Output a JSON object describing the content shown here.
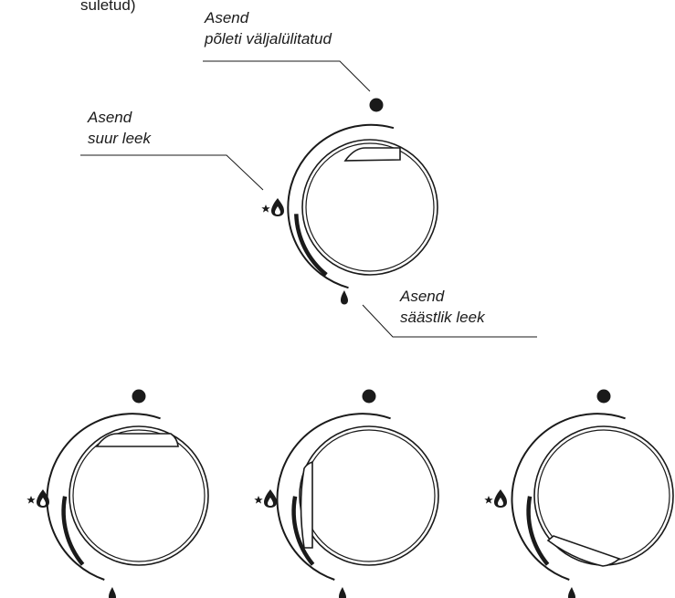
{
  "top_fragment": "suletud)",
  "labels": {
    "off": {
      "line1": "Asend",
      "line2": "põleti väljalülitatud"
    },
    "high": {
      "line1": "Asend",
      "line2": "suur leek"
    },
    "eco": {
      "line1": "Asend",
      "line2": "säästlik leek"
    }
  },
  "colors": {
    "ink": "#1a1a1a",
    "background": "#ffffff"
  },
  "symbols": {
    "off": "filled-dot",
    "high": "star-flame-icon",
    "eco": "small-flame-icon"
  },
  "knob_variants": [
    {
      "name": "knob-main",
      "indicator": "top"
    },
    {
      "name": "knob-off",
      "indicator": "top"
    },
    {
      "name": "knob-high-flame",
      "indicator": "left"
    },
    {
      "name": "knob-eco-flame",
      "indicator": "bottom-right"
    }
  ]
}
